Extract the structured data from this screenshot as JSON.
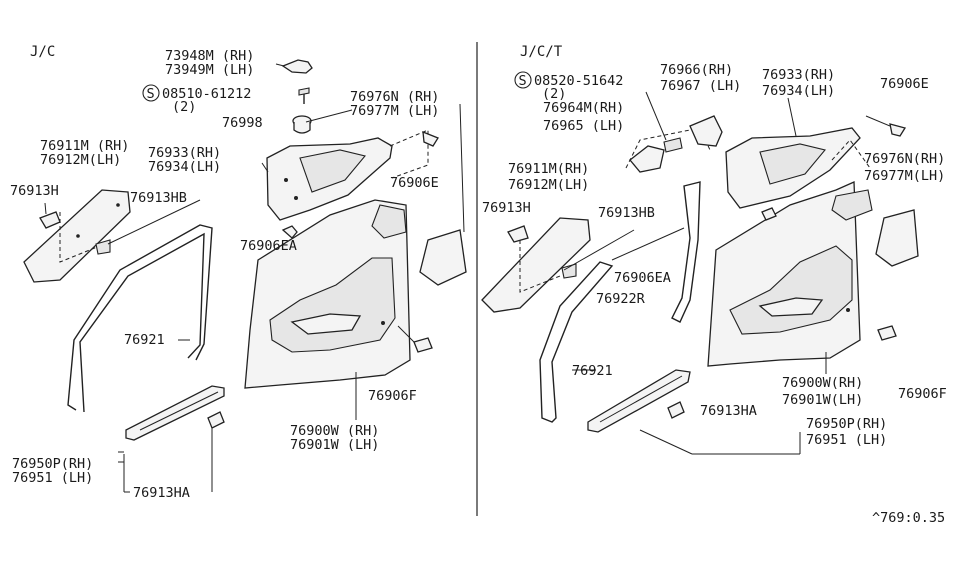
{
  "sections": {
    "left": "J/C",
    "right": "J/C/T"
  },
  "left_labels": {
    "p73948M": "73948M (RH)",
    "p73949M": "73949M (LH)",
    "p08510": "08510-61212",
    "p08510_qty": "(2)",
    "p76998": "76998",
    "p76976N": "76976N (RH)",
    "p76977M": "76977M (LH)",
    "p76911M": "76911M (RH)",
    "p76912M": "76912M(LH)",
    "p76933": "76933(RH)",
    "p76934": "76934(LH)",
    "p76913H": "76913H",
    "p76913HB": "76913HB",
    "p76906E": "76906E",
    "p76906EA": "76906EA",
    "p76921": "76921",
    "p76906F": "76906F",
    "p76900W": "76900W (RH)",
    "p76901W": "76901W (LH)",
    "p76950P": "76950P(RH)",
    "p76951": "76951  (LH)",
    "p76913HA": "76913HA"
  },
  "right_labels": {
    "p08520": "08520-51642",
    "p08520_qty": "(2)",
    "p76966": "76966(RH)",
    "p76967": "76967 (LH)",
    "p76933": "76933(RH)",
    "p76934": "76934(LH)",
    "p76906E": "76906E",
    "p76964M": "76964M(RH)",
    "p76965": "76965 (LH)",
    "p76976N": "76976N(RH)",
    "p76977M": "76977M(LH)",
    "p76911M": "76911M(RH)",
    "p76912M": "76912M(LH)",
    "p76913H": "76913H",
    "p76913HB": "76913HB",
    "p76906EA": "76906EA",
    "p76922R": "76922R",
    "p76921": "76921",
    "p76900W": "76900W(RH)",
    "p76901W": "76901W(LH)",
    "p76906F": "76906F",
    "p76913HA": "76913HA",
    "p76950P": "76950P(RH)",
    "p76951": "76951  (LH)"
  },
  "footer_code": "^769:0.35",
  "screw_symbol": "S"
}
